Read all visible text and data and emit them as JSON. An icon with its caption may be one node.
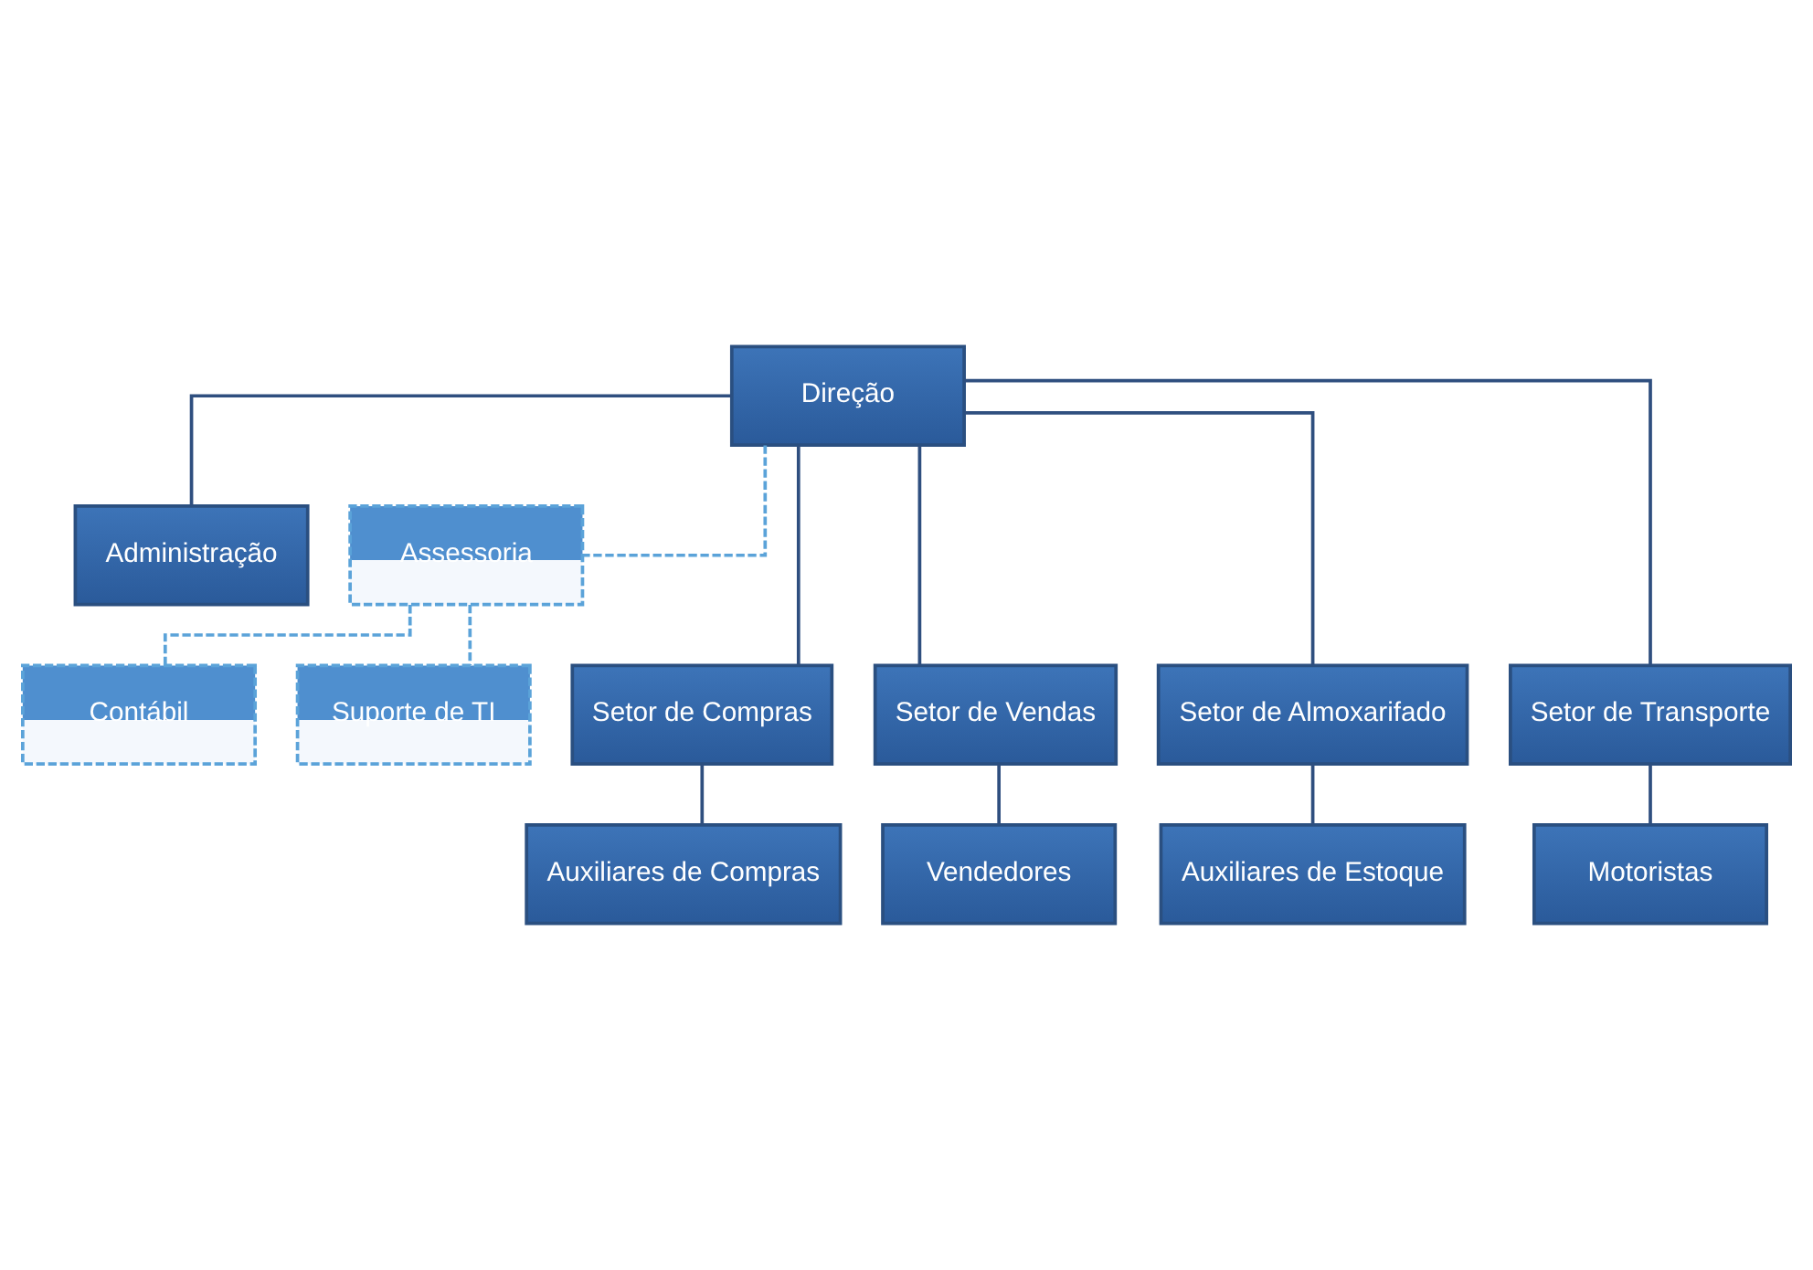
{
  "diagram": {
    "nodes": [
      {
        "text": [
          "Direção"
        ]
      },
      {
        "text": [
          "Administração"
        ]
      },
      {
        "text": [
          "Assessoria"
        ]
      },
      {
        "text": [
          "Contábil"
        ]
      },
      {
        "text": [
          "Suporte de TI"
        ]
      },
      {
        "text": [
          "Setor de Compras"
        ]
      },
      {
        "text": [
          "Setor de Vendas"
        ]
      },
      {
        "text": [
          "Setor de Almoxarifado"
        ]
      },
      {
        "text": [
          "Setor de Transporte"
        ]
      },
      {
        "text": [
          "Auxiliares de Compras"
        ]
      },
      {
        "text": [
          "Vendedores"
        ]
      },
      {
        "text": [
          "Auxiliares de Estoque"
        ]
      },
      {
        "text": [
          "Motoristas"
        ]
      }
    ],
    "edges": [
      {
        "from": 0,
        "to": 1,
        "arrow": "none"
      },
      {
        "from": 0,
        "to": 2,
        "arrow": "none",
        "style": "dashed",
        "color": "#5ba3d9"
      },
      {
        "from": 2,
        "to": 3,
        "arrow": "none",
        "style": "dashed",
        "color": "#5ba3d9"
      },
      {
        "from": 2,
        "to": 4,
        "arrow": "none",
        "style": "dashed",
        "color": "#5ba3d9"
      },
      {
        "from": 0,
        "to": 5,
        "arrow": "none"
      },
      {
        "from": 0,
        "to": 6,
        "arrow": "none"
      },
      {
        "from": 0,
        "to": 7,
        "arrow": "none"
      },
      {
        "from": 0,
        "to": 8,
        "arrow": "none"
      },
      {
        "from": 5,
        "to": 9,
        "arrow": "none"
      },
      {
        "from": 6,
        "to": 10,
        "arrow": "none"
      },
      {
        "from": 7,
        "to": 11,
        "arrow": "none"
      },
      {
        "from": 8,
        "to": 12,
        "arrow": "none"
      }
    ]
  }
}
